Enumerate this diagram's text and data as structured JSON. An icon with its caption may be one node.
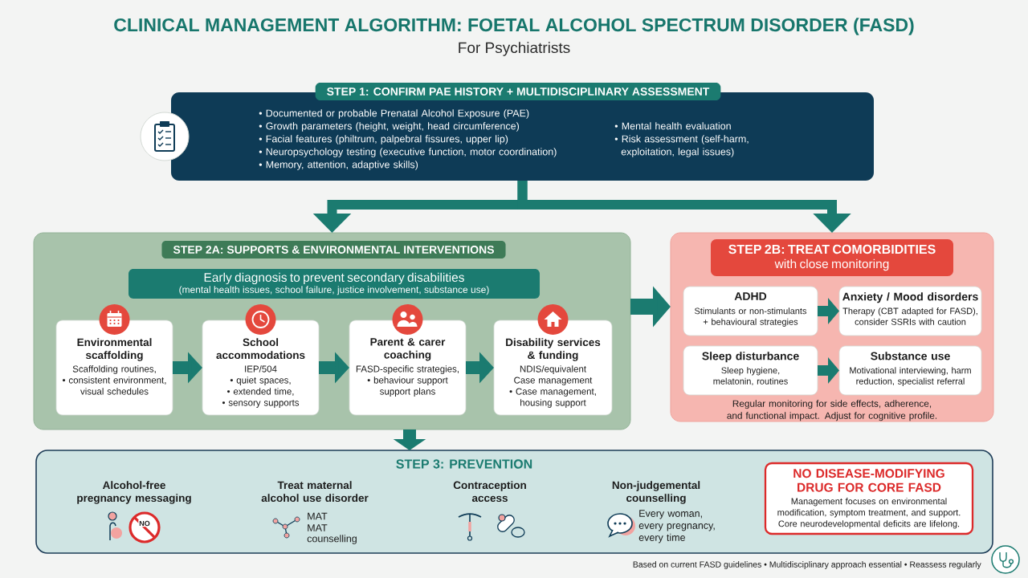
{
  "diagram": {
    "title": "CLINICAL MANAGEMENT ALGORITHM: FOETAL ALCOHOL SPECTRUM DISORDER (FASD)",
    "nodes": [
      {
        "text": [
          "STEP 1: CONFIRM PAE HISTORY + MULTIDISCIPLINARY ASSESSMENT",
          "• Documented or probable Prenatal Alcohol Exposure (PAE)",
          "• Growth parameters (height, weight, head circumference)",
          "• Facial features (philtrum, palpebral fissures, upper lip)",
          "• Neuropsychology testing (executive function, motor coordination)",
          "• Memory, attention, adaptive skills)",
          "• Mental health evaluation",
          "• Risk assessment (self-harm, exploitation, legal issues)"
        ]
      },
      {
        "text": [
          "STEP 2A: SUPPORTS & ENVIRONMENTAL INTERVENTIONS"
        ]
      },
      {
        "text": [
          "Early diagnosis to prevent secondary disabilities",
          "(mental health issues, school failure, justice involvement, substance use)"
        ],
        "in": 1
      },
      {
        "text": [
          "Environmental scaffolding",
          "Scaffolding routines,",
          "• consistent environment, visual schedules"
        ],
        "in": 1
      },
      {
        "text": [
          "School accommodations",
          "IEP/504",
          "• quiet spaces,",
          "• extended time,",
          "• sensory supports"
        ],
        "in": 1
      },
      {
        "text": [
          "Parent & carer coaching",
          "FASD-specific strategies,",
          "• behaviour support support plans"
        ],
        "in": 1
      },
      {
        "text": [
          "Disability services & funding",
          "NDIS/equivalent",
          "Case management",
          "• Case management, housing support"
        ],
        "in": 1
      },
      {
        "text": [
          "STEP 2B: TREAT COMORBIDITIES",
          "with close monitoring",
          "Regular monitoring for side effects, adherence, and functional impact. Adjust for cognitive profile."
        ]
      },
      {
        "text": [
          "ADHD",
          "Stimulants or non-stimulants + behavioural strategies"
        ],
        "in": 7
      },
      {
        "text": [
          "Anxiety / Mood disorders",
          "Therapy (CBT adapted for FASD), consider SSRIs with caution"
        ],
        "in": 7
      },
      {
        "text": [
          "Sleep disturbance",
          "Sleep hygiene, melatonin, routines"
        ],
        "in": 7
      },
      {
        "text": [
          "Substance use",
          "Motivational interviewing, harm reduction, specialist referral"
        ],
        "in": 7
      },
      {
        "text": [
          "STEP 3: PREVENTION"
        ]
      },
      {
        "text": [
          "NO DISEASE-MODIFYING DRUG FOR CORE FASD",
          "Management focuses on environmental modification, symptom treatment, and support. Core neurodevelopmental deficits are lifelong."
        ],
        "in": 12
      }
    ],
    "edges": [
      {
        "from": 0,
        "to": 1,
        "arrow": "to"
      },
      {
        "from": 0,
        "to": 7,
        "arrow": "to"
      },
      {
        "from": 3,
        "to": 4,
        "arrow": "to"
      },
      {
        "from": 4,
        "to": 5,
        "arrow": "to"
      },
      {
        "from": 5,
        "to": 6,
        "arrow": "to"
      },
      {
        "from": 1,
        "to": 7,
        "arrow": "to"
      },
      {
        "from": 8,
        "to": 9,
        "arrow": "to"
      },
      {
        "from": 10,
        "to": 11,
        "arrow": "to"
      },
      {
        "from": 1,
        "to": 12,
        "arrow": "to"
      }
    ],
    "labels": [
      "For Psychiatrists",
      "Alcohol-free pregnancy messaging",
      "NO",
      "Treat maternal alcohol use disorder",
      "MAT",
      "MAT",
      "counselling",
      "Contraception access",
      "Non-judgemental counselling",
      "Every woman, every pregnancy, every time",
      "Based on current FASD guidelines • Multidisciplinary approach essential • Reassess regularly"
    ]
  }
}
